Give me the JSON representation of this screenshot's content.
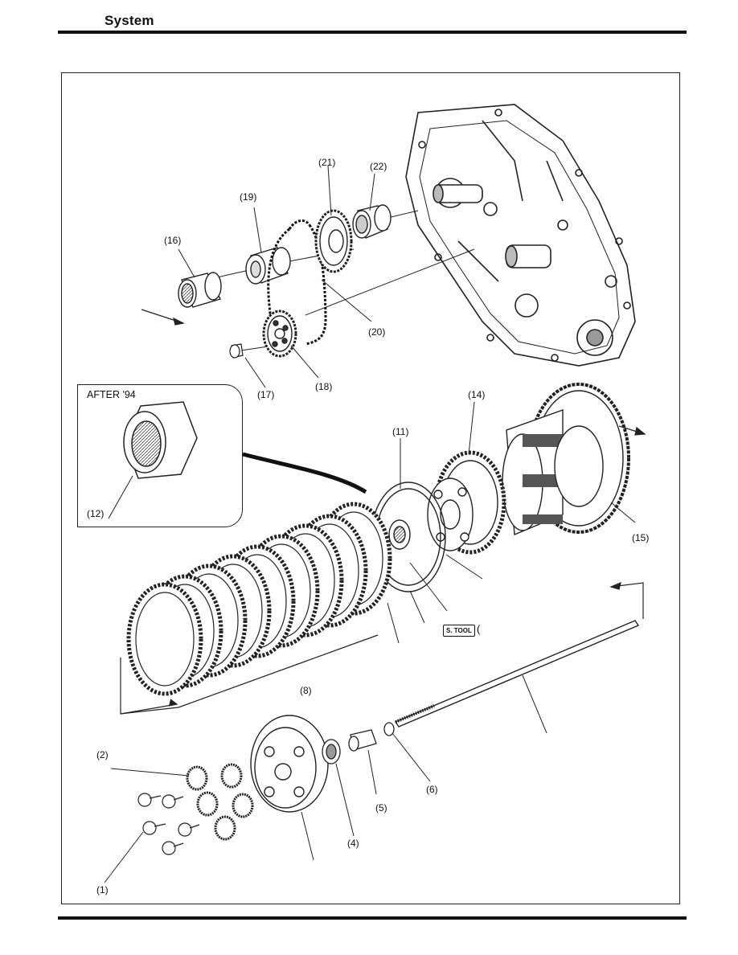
{
  "header": {
    "section": "System"
  },
  "inset": {
    "title": "AFTER '94",
    "label": "(12)"
  },
  "labels": {
    "p1": "(1)",
    "p2": "(2)",
    "p4": "(4)",
    "p5": "(5)",
    "p6": "(6)",
    "p8": "(8)",
    "p11": "(11)",
    "p14": "(14)",
    "p15": "(15)",
    "p16": "(16)",
    "p17": "(17)",
    "p18": "(18)",
    "p19": "(19)",
    "p20": "(20)",
    "p21": "(21)",
    "p22": "(22)"
  },
  "special_tool": {
    "badge": "S. TOOL",
    "paren": "("
  }
}
